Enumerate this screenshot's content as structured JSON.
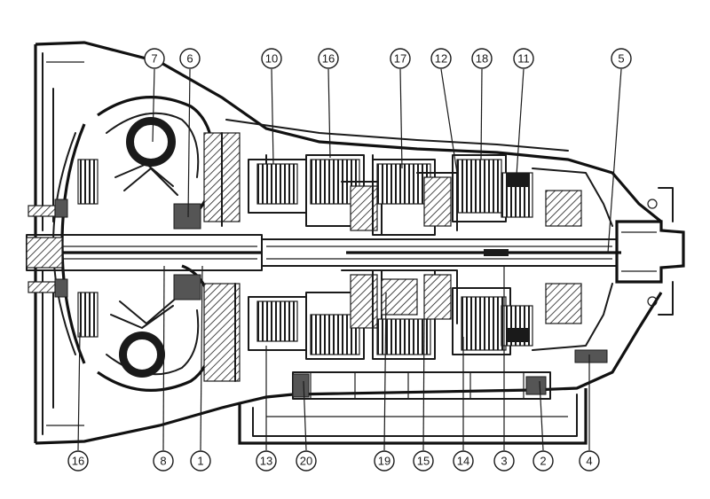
{
  "diagram": {
    "callouts_top": [
      {
        "id": "c7",
        "label": "7"
      },
      {
        "id": "c6",
        "label": "6"
      },
      {
        "id": "c10",
        "label": "10"
      },
      {
        "id": "c16t",
        "label": "16"
      },
      {
        "id": "c17",
        "label": "17"
      },
      {
        "id": "c12",
        "label": "12"
      },
      {
        "id": "c18",
        "label": "18"
      },
      {
        "id": "c11",
        "label": "11"
      },
      {
        "id": "c5",
        "label": "5"
      }
    ],
    "callouts_bottom": [
      {
        "id": "c16b",
        "label": "16"
      },
      {
        "id": "c8",
        "label": "8"
      },
      {
        "id": "c1",
        "label": "1"
      },
      {
        "id": "c13",
        "label": "13"
      },
      {
        "id": "c20",
        "label": "20"
      },
      {
        "id": "c19",
        "label": "19"
      },
      {
        "id": "c15",
        "label": "15"
      },
      {
        "id": "c14",
        "label": "14"
      },
      {
        "id": "c3",
        "label": "3"
      },
      {
        "id": "c2",
        "label": "2"
      },
      {
        "id": "c4",
        "label": "4"
      }
    ],
    "colors": {
      "ink": "#1a1a1a",
      "background": "#ffffff"
    }
  }
}
